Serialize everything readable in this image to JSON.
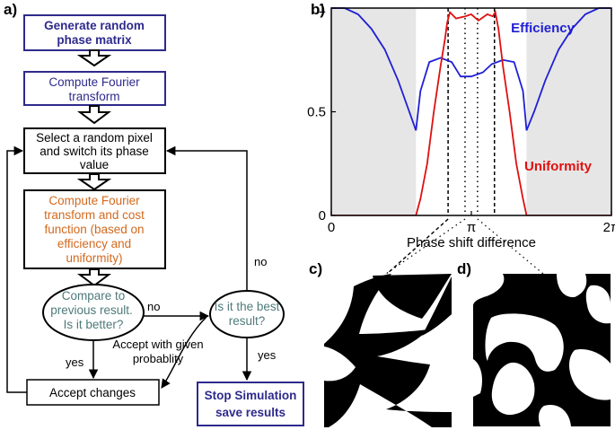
{
  "labels": {
    "a": "a)",
    "b": "b)",
    "c": "c)",
    "d": "d)"
  },
  "colors": {
    "blue_box": "#2e2a8c",
    "blue_text": "#2e2a8c",
    "orange_text": "#d2691e",
    "teal_text": "#4f7a7a",
    "efficiency": "#1f1fd6",
    "uniformity": "#e01010",
    "shade": "#e6e6e6"
  },
  "flowchart": {
    "box1": {
      "line1": "Generate random",
      "line2": "phase matrix"
    },
    "box2": {
      "line1": "Compute Fourier",
      "line2": "transform"
    },
    "box3": {
      "line1": "Select a random pixel",
      "line2": "and switch its phase",
      "line3": "value"
    },
    "box4": {
      "line1": "Compute Fourier",
      "line2": "transform and cost",
      "line3": "function (based on",
      "line4": "efficiency and",
      "line5": "uniformity)"
    },
    "decision1": {
      "line1": "Compare to",
      "line2": "previous result.",
      "line3": "Is it better?"
    },
    "decision2": {
      "line1": "Is it the best",
      "line2": "result?"
    },
    "box_accept": {
      "text": "Accept changes"
    },
    "box_stop": {
      "line1": "Stop Simulation",
      "line2": "save results"
    },
    "edge_no1": "no",
    "edge_no2": "no",
    "edge_yes1": "yes",
    "edge_yes2": "yes",
    "edge_prob": {
      "line1": "Accept with given",
      "line2": "probablity"
    }
  },
  "chart_data": {
    "type": "line",
    "xlabel": "Phase shift difference",
    "xlim": [
      0,
      6.2832
    ],
    "ylim": [
      0,
      1
    ],
    "xticks": [
      "0",
      "π",
      "2π"
    ],
    "yticks": [
      "0",
      "0.5",
      "1"
    ],
    "shaded_regions": [
      [
        0,
        1.9
      ],
      [
        4.38,
        6.2832
      ]
    ],
    "dashed_lines": [
      2.62,
      3.66
    ],
    "dotted_lines": [
      3.0,
      3.28
    ],
    "series": [
      {
        "name": "Efficiency",
        "x": [
          0.0,
          0.3,
          0.6,
          0.9,
          1.2,
          1.5,
          1.75,
          1.9,
          2.0,
          2.2,
          2.45,
          2.7,
          2.9,
          3.14,
          3.4,
          3.6,
          3.85,
          4.1,
          4.3,
          4.38,
          4.55,
          4.8,
          5.1,
          5.4,
          5.7,
          6.0,
          6.2832
        ],
        "y": [
          1.0,
          1.0,
          0.97,
          0.9,
          0.8,
          0.65,
          0.5,
          0.41,
          0.6,
          0.74,
          0.76,
          0.74,
          0.67,
          0.67,
          0.69,
          0.73,
          0.75,
          0.74,
          0.6,
          0.41,
          0.5,
          0.65,
          0.8,
          0.9,
          0.97,
          1.0,
          1.0
        ]
      },
      {
        "name": "Uniformity",
        "x": [
          0.0,
          1.8,
          1.9,
          2.0,
          2.15,
          2.3,
          2.45,
          2.55,
          2.6,
          2.66,
          2.8,
          3.0,
          3.14,
          3.3,
          3.5,
          3.62,
          3.68,
          3.75,
          3.85,
          4.0,
          4.15,
          4.3,
          4.38,
          4.5,
          6.2832
        ],
        "y": [
          0.0,
          0.0,
          0.0,
          0.08,
          0.25,
          0.5,
          0.72,
          0.85,
          0.93,
          0.98,
          0.95,
          0.96,
          0.97,
          0.94,
          0.97,
          0.96,
          0.98,
          0.9,
          0.72,
          0.5,
          0.25,
          0.08,
          0.0,
          0.0,
          0.0
        ]
      }
    ]
  }
}
